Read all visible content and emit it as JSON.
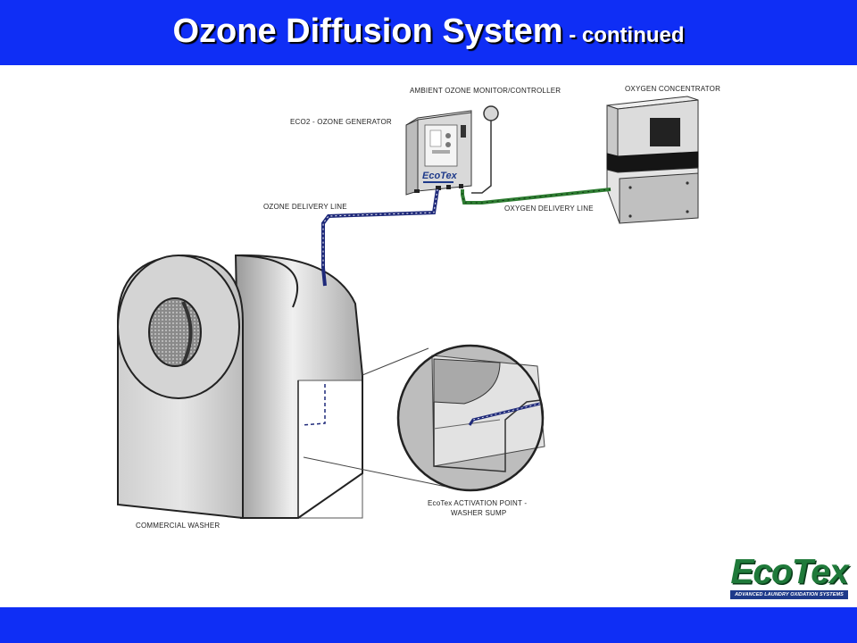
{
  "header": {
    "title_main": "Ozone Diffusion System",
    "title_sub": " - continued"
  },
  "labels": {
    "ambient_monitor": "AMBIENT OZONE MONITOR/CONTROLLER",
    "oxygen_concentrator": "OXYGEN CONCENTRATOR",
    "ozone_generator": "ECO2 - OZONE GENERATOR",
    "ozone_delivery_line": "OZONE DELIVERY LINE",
    "oxygen_delivery_line": "OXYGEN DELIVERY LINE",
    "activation_point_1": "EcoTex ACTIVATION POINT -",
    "activation_point_2": "WASHER SUMP",
    "commercial_washer": "COMMERCIAL WASHER"
  },
  "generator_brand": "EcoTex",
  "logo": {
    "word": "EcoTex",
    "tagline": "ADVANCED LAUNDRY OXIDATION SYSTEMS"
  },
  "colors": {
    "bar_blue": "#0f2ef5",
    "oxygen_line": "#2e7d32",
    "ozone_line": "#1f2a7a",
    "logo_green": "#1f7a3a"
  }
}
